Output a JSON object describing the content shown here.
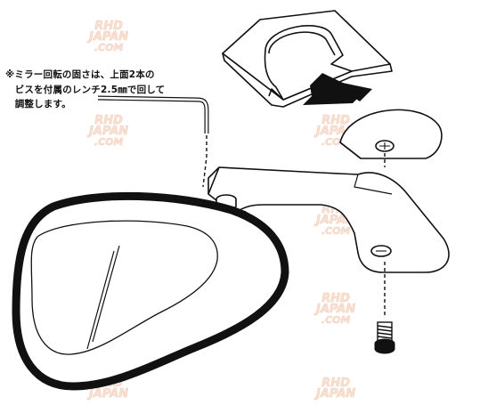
{
  "note": {
    "lines": [
      "※ミラー回転の固さは、上面2本の",
      "　ビスを付属のレンチ2.5㎜で回して",
      "　調整します。"
    ]
  },
  "watermark": {
    "line1": "RHD",
    "line2": "JAPAN",
    "line3": ".COM"
  }
}
